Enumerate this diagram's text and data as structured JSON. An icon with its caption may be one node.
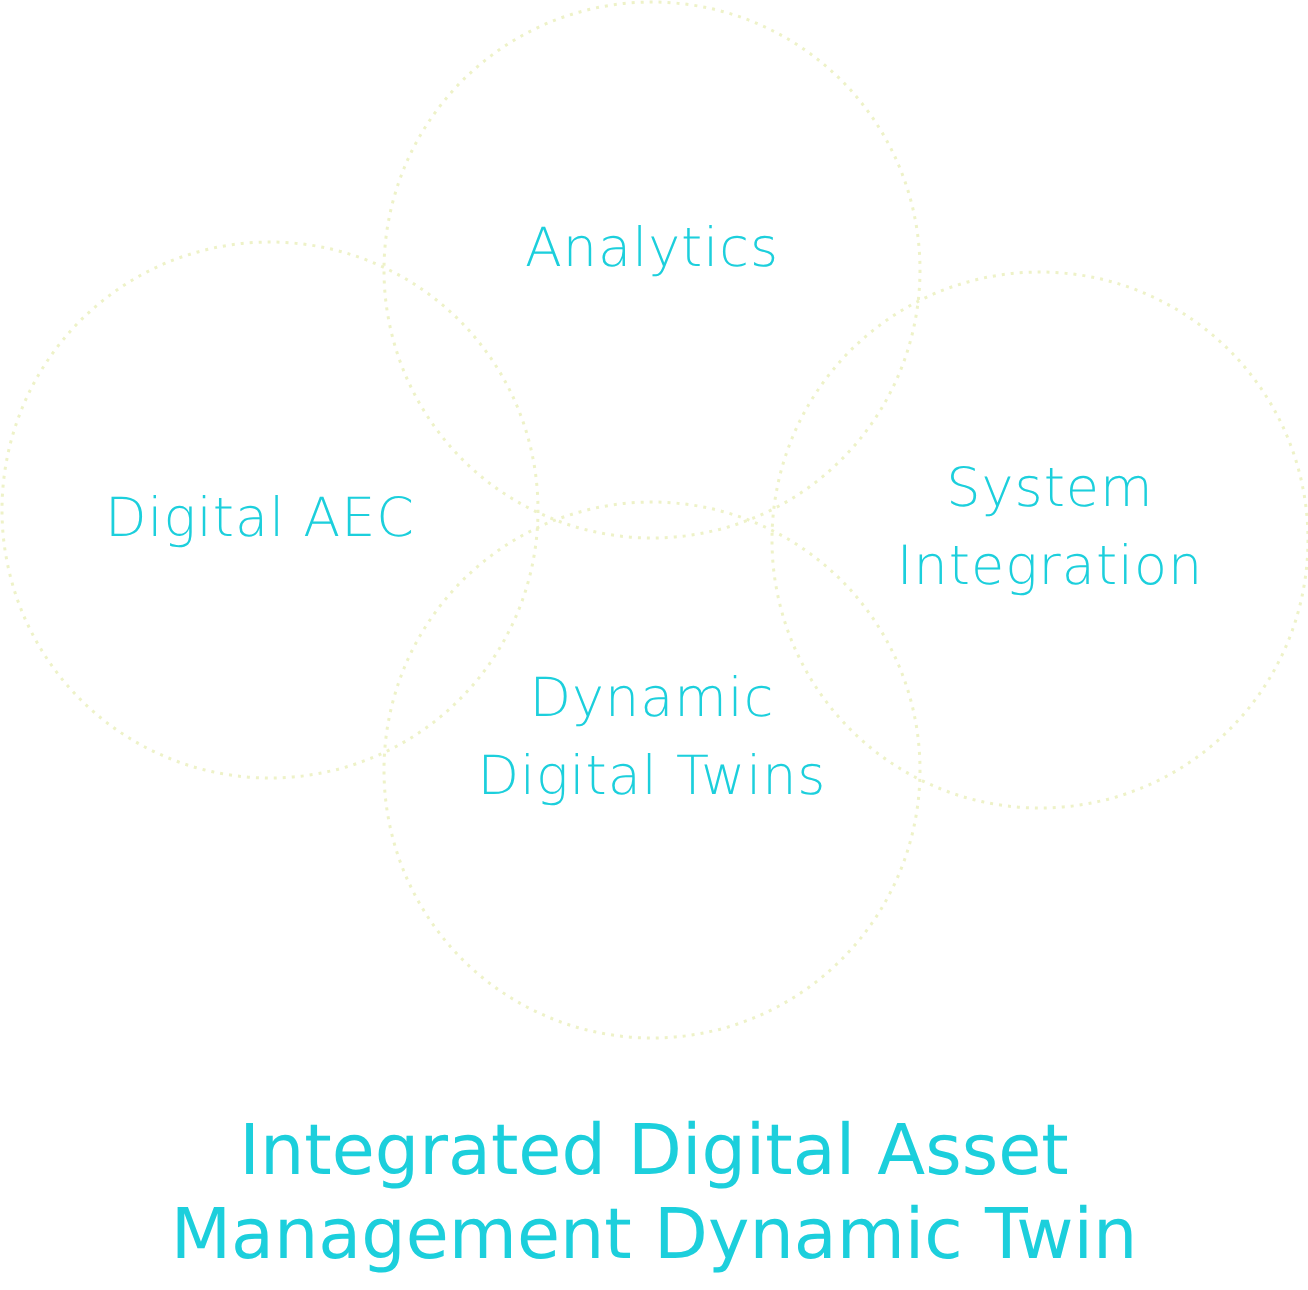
{
  "diagram": {
    "title": "Integrated Digital Asset Management Dynamic Twin",
    "nodes": [
      {
        "text": [
          "Analytics"
        ]
      },
      {
        "text": [
          "Digital AEC"
        ]
      },
      {
        "text": [
          "System Integration"
        ]
      },
      {
        "text": [
          "Dynamic Digital Twins"
        ]
      }
    ],
    "edges": []
  }
}
